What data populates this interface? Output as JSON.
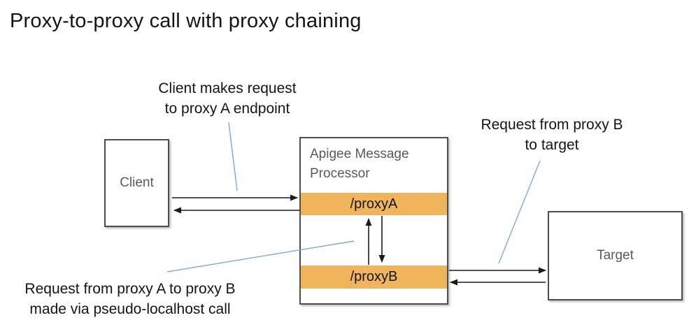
{
  "title": "Proxy-to-proxy call with proxy chaining",
  "annotations": {
    "client_request": {
      "line1": "Client makes request",
      "line2": "to proxy A endpoint"
    },
    "proxyb_to_target": {
      "line1": "Request from proxy B",
      "line2": "to target"
    },
    "proxya_to_proxyb": {
      "line1": "Request from proxy A to proxy B",
      "line2": "made via pseudo-localhost call"
    }
  },
  "nodes": {
    "client": {
      "label": "Client"
    },
    "message_processor": {
      "title": "Apigee Message Processor",
      "proxy_a_label": "/proxyA",
      "proxy_b_label": "/proxyB"
    },
    "target": {
      "label": "Target"
    }
  },
  "colors": {
    "proxy_bar_fill": "#f0b55b",
    "box_border": "#4d4d4d",
    "box_text": "#595959",
    "leader_line": "#75ace0",
    "arrow": "#1a1a1a",
    "title_text": "#141414"
  }
}
